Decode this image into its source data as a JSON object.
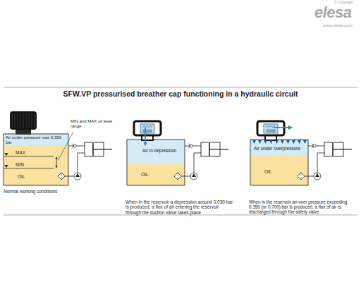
{
  "diagram": {
    "title": "SFW.VP pressurised breather cap functioning in a hydraulic circuit",
    "nodes": [
      {
        "text": [
          "Air under pressure max 0.350 bar"
        ]
      },
      {
        "text": [
          "OIL"
        ]
      },
      {
        "text": [
          "Air in depression"
        ]
      },
      {
        "text": [
          "OIL"
        ]
      },
      {
        "text": [
          "Air under overpressure"
        ]
      },
      {
        "text": [
          "OIL"
        ]
      }
    ],
    "labels": [
      "© Copyright",
      "elesa",
      "www.elesa.com",
      "MIN and MAX oil level range",
      "MAX",
      "MIN",
      "Normal working conditions",
      "When in the reservoir a depression around 0.030 bar is produced, a flux of air entering the reservoir through the suction valve takes place.",
      "When in the reservoir an over pressure exceeding 0.350 (or 0.700) bar is produced, a flux of air is discharged through the safety valve."
    ]
  }
}
